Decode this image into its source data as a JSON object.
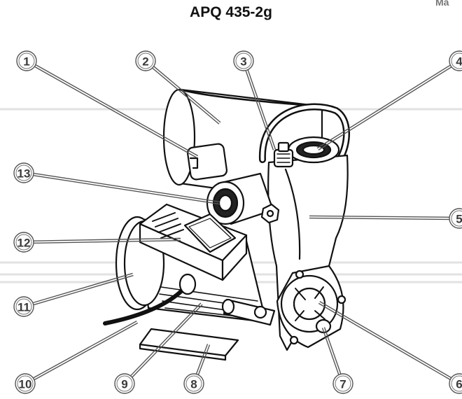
{
  "header": {
    "title": "APQ 435-2g",
    "corner_label": "Ma"
  },
  "diagram": {
    "subject": "self-priming water pump with pressure controller",
    "callouts": [
      {
        "num": "1"
      },
      {
        "num": "2"
      },
      {
        "num": "3"
      },
      {
        "num": "4"
      },
      {
        "num": "5"
      },
      {
        "num": "6"
      },
      {
        "num": "7"
      },
      {
        "num": "8"
      },
      {
        "num": "9"
      },
      {
        "num": "10"
      },
      {
        "num": "11"
      },
      {
        "num": "12"
      },
      {
        "num": "13"
      }
    ]
  },
  "colors": {
    "line": "#111111",
    "fill": "#ffffff",
    "callout_stroke": "#555555",
    "rule": "#e2e2e2"
  }
}
